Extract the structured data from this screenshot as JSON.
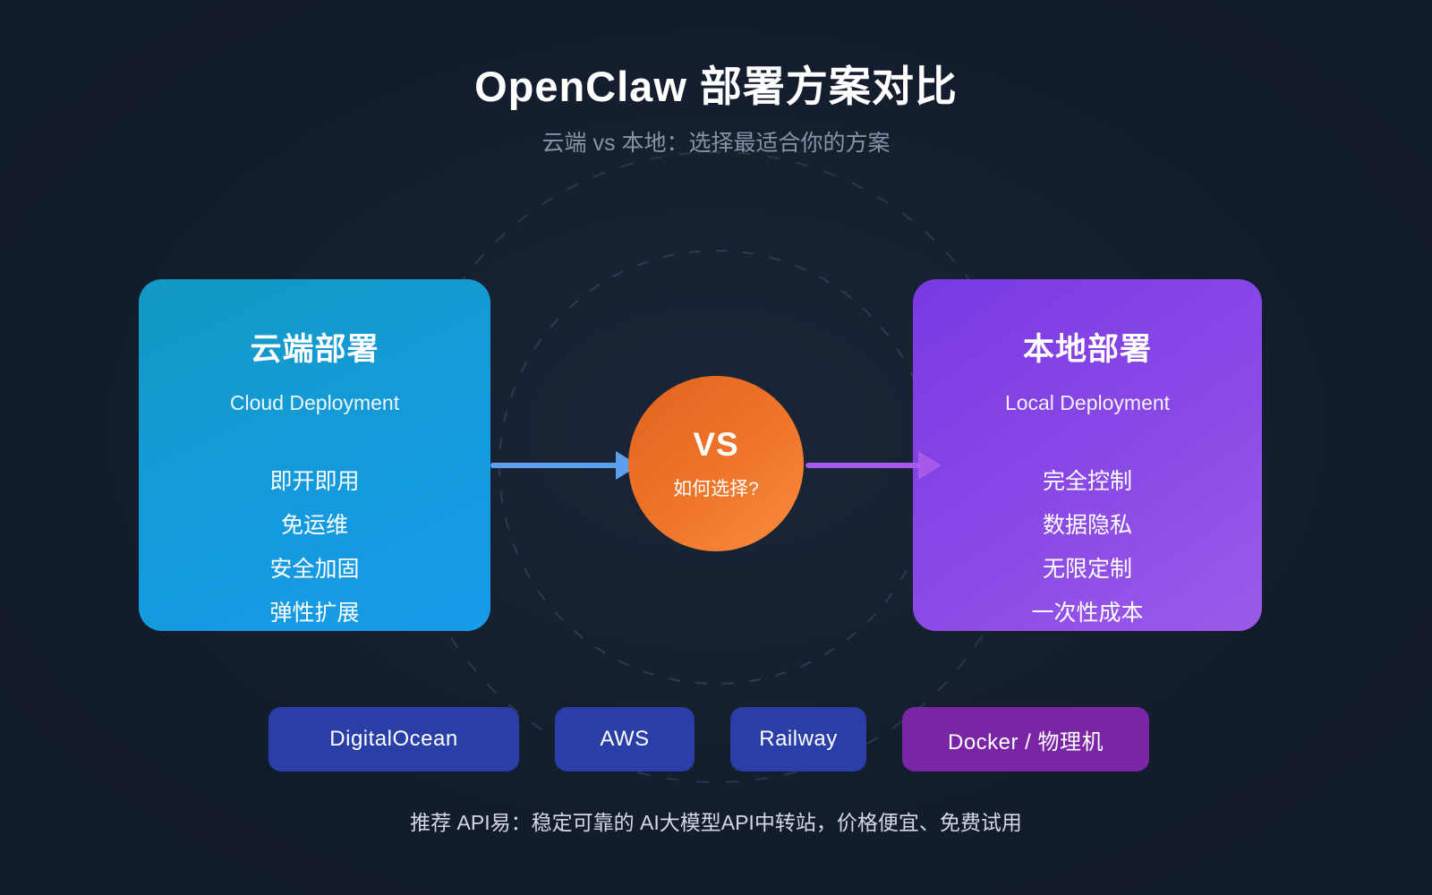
{
  "page": {
    "title": "OpenClaw 部署方案对比",
    "subtitle": "云端 vs 本地：选择最适合你的方案",
    "footer": "推荐 API易：稳定可靠的 AI大模型API中转站，价格便宜、免费试用",
    "background_color": "#131c2e"
  },
  "cloud_card": {
    "title": "云端部署",
    "subtitle": "Cloud Deployment",
    "features": [
      "即开即用",
      "免运维",
      "安全加固",
      "弹性扩展"
    ],
    "gradient_start": "#1399c2",
    "gradient_end": "#189be8"
  },
  "local_card": {
    "title": "本地部署",
    "subtitle": "Local Deployment",
    "features": [
      "完全控制",
      "数据隐私",
      "无限定制",
      "一次性成本"
    ],
    "gradient_start": "#7b39e3",
    "gradient_end": "#9c5ae9"
  },
  "vs_badge": {
    "label": "VS",
    "sublabel": "如何选择?",
    "gradient_start": "#e2641e",
    "gradient_end": "#fa8c3d"
  },
  "arrows": {
    "left_color": "#5b9fee",
    "right_color": "#a55ae9"
  },
  "providers": [
    {
      "label": "DigitalOcean",
      "color": "#2a3ea8"
    },
    {
      "label": "AWS",
      "color": "#2a3ea8"
    },
    {
      "label": "Railway",
      "color": "#2a3ea8"
    },
    {
      "label": "Docker / 物理机",
      "color": "#7a24a6"
    }
  ]
}
